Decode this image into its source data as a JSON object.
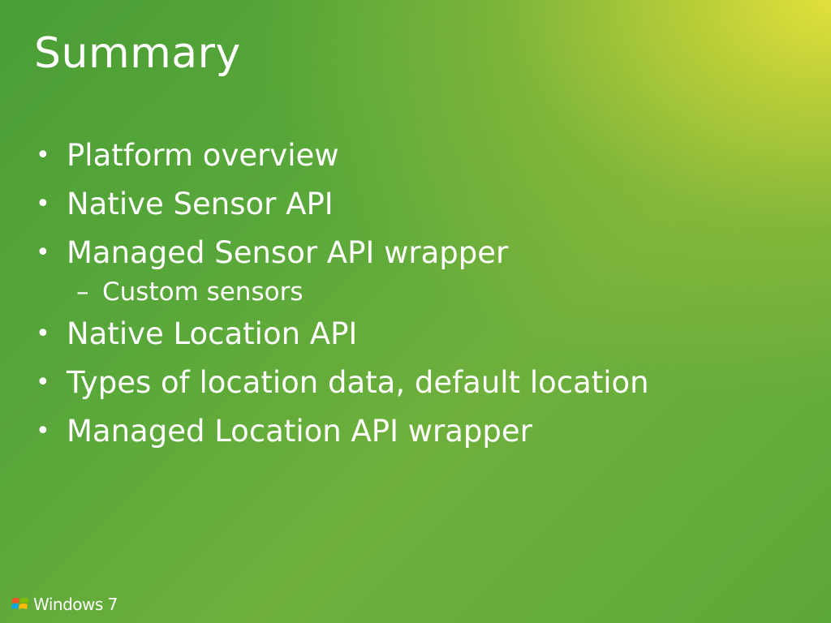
{
  "slide": {
    "title": "Summary",
    "bullets": [
      {
        "text": "Platform overview"
      },
      {
        "text": "Native Sensor API"
      },
      {
        "text": "Managed Sensor API wrapper",
        "sub": "Custom sensors"
      },
      {
        "text": "Native Location API"
      },
      {
        "text": "Types of location data, default location"
      },
      {
        "text": "Managed Location API wrapper"
      }
    ],
    "bullet_marker": "•",
    "sub_marker": "–",
    "footer_logo": {
      "text": "Windows 7",
      "icon": "windows-flag-icon"
    }
  },
  "colors": {
    "background_start": "#4a9e35",
    "background_highlight": "#e2e03c",
    "text": "#ffffff"
  }
}
